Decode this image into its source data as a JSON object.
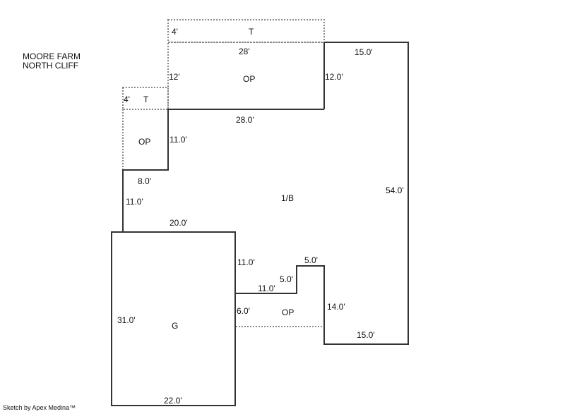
{
  "header": {
    "line1": "MOORE FARM",
    "line2": "NORTH CLIFF"
  },
  "footer": {
    "credit": "Sketch by Apex Medina™"
  },
  "areas": {
    "top_terrace": "T",
    "top_porch": "OP",
    "small_terrace": "T",
    "small_porch": "OP",
    "main": "1/B",
    "garage": "G",
    "bottom_porch": "OP"
  },
  "dimensions": {
    "top_terrace_depth": "4'",
    "top_porch_width": "28'",
    "top_porch_depth": "12'",
    "top_porch_right": "12.0'",
    "main_top_right": "15.0'",
    "main_top_edge": "28.0'",
    "small_terrace_depth": "4'",
    "step_11a": "11.0'",
    "step_8": "8.0'",
    "step_11b": "11.0'",
    "main_right": "54.0'",
    "garage_top": "20.0'",
    "garage_right_upper": "11.0'",
    "notch_width": "5.0'",
    "notch_height": "5.0'",
    "notch_bottom": "11.0'",
    "porch_depth": "6.0'",
    "porch_right": "14.0'",
    "main_bottom": "15.0'",
    "garage_left": "31.0'",
    "garage_bottom": "22.0'"
  }
}
